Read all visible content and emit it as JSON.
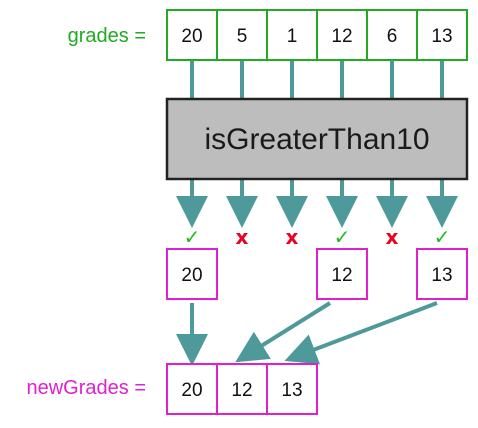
{
  "labels": {
    "grades": "grades =",
    "newGrades": "newGrades ="
  },
  "function_name": "isGreaterThan10",
  "grades": [
    "20",
    "5",
    "1",
    "12",
    "6",
    "13"
  ],
  "results": [
    {
      "mark": "✓",
      "kept": true
    },
    {
      "mark": "x",
      "kept": false
    },
    {
      "mark": "x",
      "kept": false
    },
    {
      "mark": "✓",
      "kept": true
    },
    {
      "mark": "x",
      "kept": false
    },
    {
      "mark": "✓",
      "kept": true
    }
  ],
  "filtered": [
    "20",
    "12",
    "13"
  ],
  "newGrades": [
    "20",
    "12",
    "13"
  ],
  "colors": {
    "input": "#22aa22",
    "output": "#e020d0",
    "arrow": "#4e9a9a",
    "check": "#22bb22",
    "cross": "#ee0022",
    "function_fill": "#bdbdbd",
    "function_border": "#222222"
  }
}
